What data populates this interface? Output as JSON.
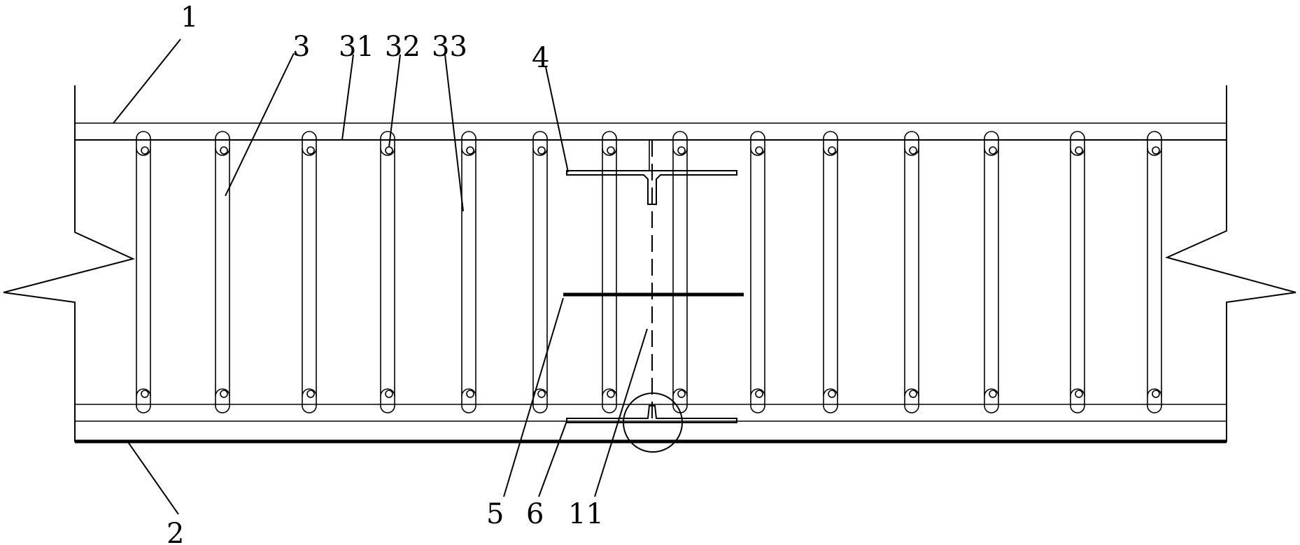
{
  "labels": {
    "l1": "1",
    "l2": "2",
    "l3": "3",
    "l31": "31",
    "l32": "32",
    "l33": "33",
    "l4": "4",
    "l5": "5",
    "l6": "6",
    "l11": "11"
  }
}
